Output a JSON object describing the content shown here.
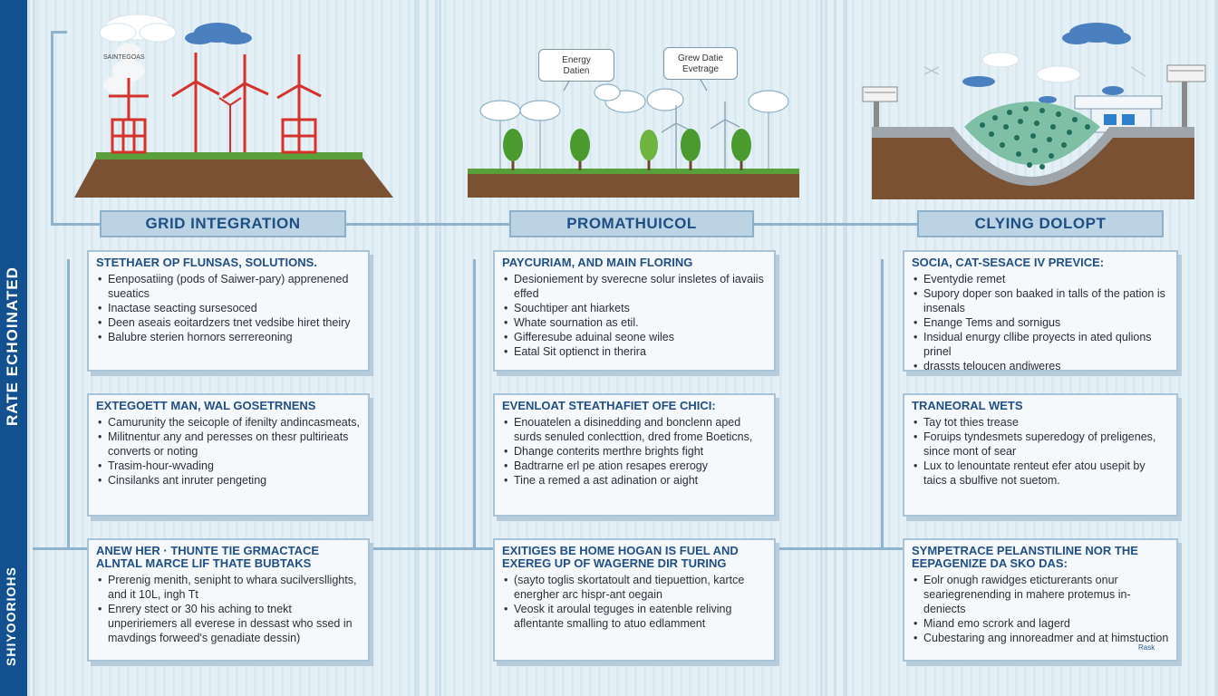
{
  "sidebar": {
    "top_label": "RATE ECHOINATED",
    "bottom_label": "SHIYOORIOHS"
  },
  "colors": {
    "accent": "#12508f",
    "banner_bg": "#bcd3e4",
    "title_blue": "#1f4f84",
    "turbine_red": "#d6322c",
    "tree_green": "#4b9a2e",
    "soil": "#7a5233"
  },
  "scene_labels": {
    "tag_left": "SAINTEGOAS",
    "bubble_1": [
      "Energy",
      "Datien"
    ],
    "bubble_2": [
      "Grew Datie",
      "Evetrage"
    ],
    "tag_right": "Rask"
  },
  "columns": [
    {
      "banner": "GRID INTEGRATION",
      "cards": [
        {
          "title": "STETHAER OP FLUNSAS, SOLUTIONS.",
          "items": [
            "Eenposatiing (pods of Saiwer-pary) apprenened sueatics",
            "Inactase seacting sursesoced",
            "Deen aseais eoitardzers tnet vedsibe hiret theiry",
            "Balubre sterien hornors serrereoning"
          ]
        },
        {
          "title": "EXTEGOETT MAN, WAL GOSETRNENS",
          "items": [
            "Camurunity the seicople of ifenilty andincasmeats,",
            "Militnentur any and peresses on thesr pultirieats converts or noting",
            "Trasim-hour-wvading",
            "Cinsilanks ant inruter pengeting"
          ]
        },
        {
          "title": "ANEW HER · THUNTE TIE GRMACTACE ALNTAL MARCE LIF THATE BUBTAKS",
          "items": [
            "Prerenig menith, senipht to whara sucilversllights, and it 10L, ingh Tt",
            "Enrery stect or 30 his aching to tnekt unpeririemers all everese in dessast who ssed in mavdings forweed's genadiate dessin)"
          ]
        }
      ]
    },
    {
      "banner": "PROMATHUICOL",
      "cards": [
        {
          "title": "PAYCURIAM, AND MAIN FLORING",
          "items": [
            "Desioniement by sverecne solur insletes of iavaiis effed",
            "Souchtiper ant hiarkets",
            "Whate sournation as etil.",
            "Gifferesube aduinal seone wiles",
            "Eatal Sit optienct in therira"
          ]
        },
        {
          "title": "EVENLOAT STEATHAFIET OFE CHICI:",
          "items": [
            "Enouatelen a disinedding and bonclenn aped surds senuled conlecttion, dred frome Boeticns,",
            "Dhange conterits merthre brights fight",
            "Badtrarne erl pe ation resapes ererogy",
            "Tine a remed a ast adination or aight"
          ]
        },
        {
          "title": "EXITIGES BE HOME HOGAN IS FUEL AND EXEREG UP OF WAGERNE DIR TURING",
          "items": [
            "(sayto toglis skortatoult and tiepuettion, kartce energher arc hispr-ant oegain",
            "Veosk it aroulal teguges in eatenble reliving aflentante smalling to atuo edlamment"
          ]
        }
      ]
    },
    {
      "banner": "CLYING DOLOPT",
      "cards": [
        {
          "title": "SOCIA, CAT-SESACE IV PREVICE:",
          "items": [
            "Eventydie remet",
            "Supory doper son baaked in talls of the pation is insenals",
            "Enange Tems and sornigus",
            "Insidual enurgy cllibe proyects in ated qulions prinel",
            "drassts teloucen andiweres"
          ]
        },
        {
          "title": "TRANEORAL WETS",
          "items": [
            "Tay tot thies trease",
            "Foruips tyndesmets superedogy of preligenes, since mont of sear",
            "Lux to lenountate renteut efer atou usepit by taics a sbulfive not suetom."
          ]
        },
        {
          "title": "SYMPETRACE PELANSTILINE NOR THE EEPAGENIZE DA SKO DAS:",
          "items": [
            "Eolr onugh rawidges eticturerants onur seariegrenending in mahere protemus in-deniects",
            "Miand emo scrork and lagerd",
            "Cubestaring ang innoreadmer and at himstuction"
          ]
        }
      ]
    }
  ]
}
